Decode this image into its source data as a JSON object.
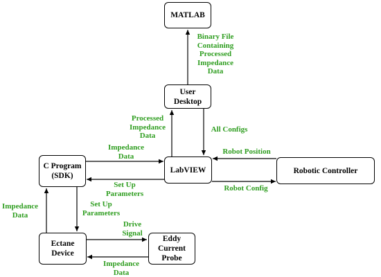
{
  "nodes": {
    "matlab": "MATLAB",
    "user_desktop": "User\nDesktop",
    "c_program": "C Program\n(SDK)",
    "labview": "LabVIEW",
    "robotic_controller": "Robotic Controller",
    "ectane": "Ectane\nDevice",
    "eddy_probe": "Eddy\nCurrent\nProbe"
  },
  "labels": {
    "binary_file": "Binary File\nContaining\nProcessed\nImpedance\nData",
    "processed_impedance": "Processed\nImpedance\nData",
    "all_configs": "All Configs",
    "robot_position": "Robot Position",
    "robot_config": "Robot Config",
    "impedance_data_c_to_lv": "Impedance\nData",
    "setup_params_lv_to_c": "Set Up\nParameters",
    "impedance_data_left": "Impedance\nData",
    "setup_params_c_to_ectane": "Set Up\nParameters",
    "drive_signal": "Drive\nSignal",
    "impedance_data_bottom": "Impedance\nData"
  },
  "colors": {
    "label_green": "#2e9d1f",
    "line": "#000000"
  }
}
